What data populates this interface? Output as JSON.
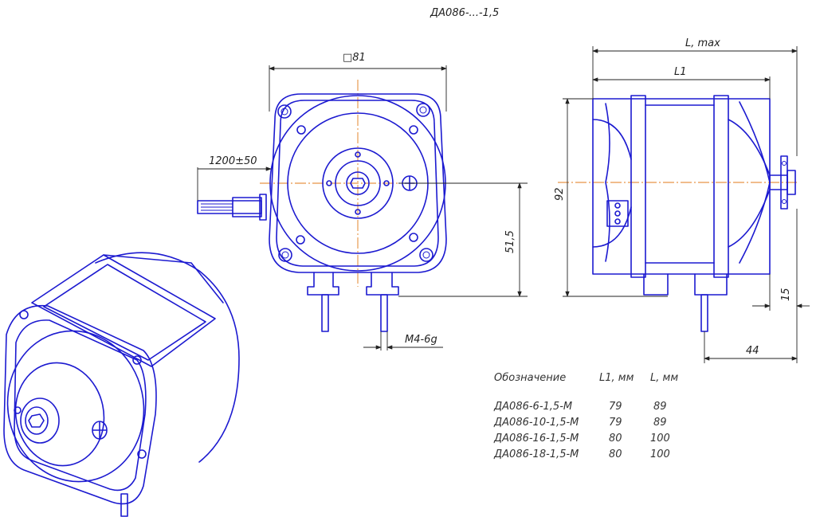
{
  "title": "ДА086-...-1,5",
  "dimensions": {
    "square": "□81",
    "cable": "1200±50",
    "height_shaft": "51,5",
    "thread": "M4-6g",
    "length_max": "L, max",
    "length_l1": "L1",
    "height_92": "92",
    "dim_15": "15",
    "dim_44": "44"
  },
  "table": {
    "headers": [
      "Обозначение",
      "L1, мм",
      "L, мм"
    ],
    "rows": [
      [
        "ДА086-6-1,5-М",
        "79",
        "89"
      ],
      [
        "ДА086-10-1,5-М",
        "79",
        "89"
      ],
      [
        "ДА086-16-1,5-М",
        "80",
        "100"
      ],
      [
        "ДА086-18-1,5-М",
        "80",
        "100"
      ]
    ]
  },
  "colors": {
    "line": "#1c1ad0",
    "centerline": "#e07a18",
    "dimension": "#222222"
  }
}
